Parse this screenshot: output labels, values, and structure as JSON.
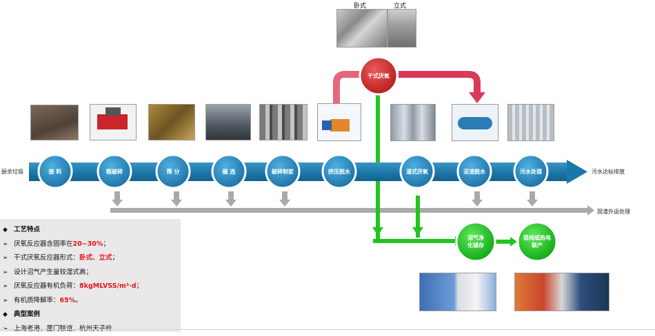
{
  "top": {
    "label_horizontal": "卧式",
    "label_vertical": "立式",
    "dry_node": "干式厌氧"
  },
  "input_label": "厨余垃圾",
  "output_water": "污水达标排放",
  "output_residue": "固渣外运处理",
  "steps": [
    {
      "label": "接 料"
    },
    {
      "label": "粗破碎"
    },
    {
      "label": "筛 分"
    },
    {
      "label": "磁 选"
    },
    {
      "label": "破碎制浆"
    },
    {
      "label": "挤压脱水"
    },
    {
      "label": "湿式厌氧"
    },
    {
      "label": "沼渣脱水"
    },
    {
      "label": "污水处理"
    }
  ],
  "biogas": {
    "storage": [
      "沼气净",
      "化储存"
    ],
    "power": [
      "提纯或热电",
      "联产"
    ]
  },
  "features": {
    "heading": "工艺特点",
    "items": [
      {
        "pre": "厌氧反应器含固率在",
        "em": "20~30%",
        "post": "；"
      },
      {
        "pre": "干式厌氧反应器形式：",
        "em": "卧式、立式",
        "post": "；"
      },
      {
        "pre": "设计沼气产生量较湿式高；",
        "em": "",
        "post": ""
      },
      {
        "pre": "厌氧反应器有机负荷：",
        "em": "8kgMLVSS/m³·d",
        "post": "；"
      },
      {
        "pre": "有机质降解率：",
        "em": "65%",
        "post": "。"
      }
    ],
    "cases_heading": "典型案例",
    "cases": "上海老港、厦门联谊、杭州天子岭"
  },
  "colors": {
    "flow_blue": "#1a78a8",
    "circle_blue": "#2c93c6",
    "green": "#1fc41f",
    "pink": "#e24a66",
    "arrow_gray": "#a9a9a9"
  },
  "photos": [
    {
      "name": "feed-receiving-photo"
    },
    {
      "name": "coarse-shredder-photo"
    },
    {
      "name": "screening-photo"
    },
    {
      "name": "magnetic-separator-photo"
    },
    {
      "name": "pulper-photo"
    },
    {
      "name": "screw-press-photo"
    },
    {
      "name": "wet-digester-photo"
    },
    {
      "name": "centrifuge-photo"
    },
    {
      "name": "wastewater-plant-photo"
    },
    {
      "name": "horizontal-digester-photo"
    },
    {
      "name": "vertical-digester-photo"
    },
    {
      "name": "biogas-holder-photo"
    },
    {
      "name": "chp-unit-photo"
    }
  ]
}
